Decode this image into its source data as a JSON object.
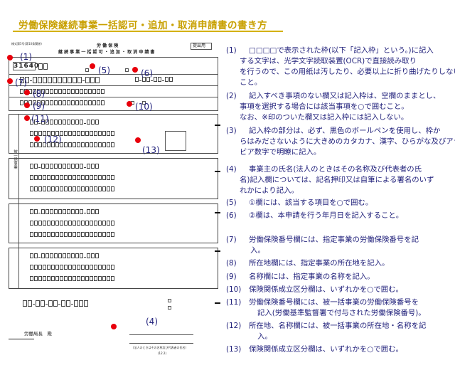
{
  "page": {
    "title": "労働保険継続事業一括認可・追加・取消申請書の書き方"
  },
  "form": {
    "form_number": "様式第5号(第10条関係)",
    "header_line1": "労 働 保 険",
    "header_line2": "継 続 事 業 一 括 認 可 ・ 追 加 ・ 取 消 申 請 書",
    "submit_label": "提出用",
    "id_code": "31640",
    "addressee": "労働局長　殿",
    "footer_note": "(12.2)",
    "footer_caption": "(法人のときはその名称及び代表者の氏名)"
  },
  "callouts": [
    "(1)",
    "(5)",
    "(6)",
    "(7)",
    "(8)",
    "(9)",
    "(10)",
    "(11)",
    "(12)",
    "(13)",
    "(4)"
  ],
  "notes": [
    {
      "num": "(1)",
      "lines": [
        "□□□□で表示された枠(以下「記入枠」という。)に記入",
        "する文字は、光学文字読取装置(OCR)で直接読み取り",
        "を行うので、この用紙は汚したり、必要以上に折り曲げたりしない",
        "こと。"
      ]
    },
    {
      "num": "(2)",
      "lines": [
        "記入すべき事項のない欄又は記入枠は、空欄のままとし、",
        "事項を選択する場合には該当事項を○で囲むこと。",
        "なお、※印のついた欄又は記入枠には記入しない。"
      ]
    },
    {
      "num": "(3)",
      "lines": [
        "記入枠の部分は、必ず、黒色のボールペンを使用し、枠か",
        "らはみださないように大きめのカタカナ、漢字、ひらがな及びアラ",
        "ビア数字で明瞭に記入。"
      ]
    },
    {
      "num": "(4)",
      "lines": [
        "事業主の氏名(法人のときはその名称及び代表者の氏",
        "名)記入欄については、記名押印又は自筆による署名のいず",
        "れかにより記入。"
      ]
    },
    {
      "num": "(5)",
      "lines": [
        "①欄には、該当する項目を○で囲む。"
      ]
    },
    {
      "num": "(6)",
      "lines": [
        "②欄は、本申請を行う年月日を記入すること。"
      ]
    },
    {
      "num": "(7)",
      "lines": [
        "労働保険番号欄には、指定事業の労働保険番号を記",
        "入。"
      ]
    },
    {
      "num": "(8)",
      "lines": [
        "所在地欄には、指定事業の所在地を記入。"
      ]
    },
    {
      "num": "(9)",
      "lines": [
        "名称欄には、指定事業の名称を記入。"
      ]
    },
    {
      "num": "(10)",
      "lines": [
        "保険関係成立区分欄は、いずれかを○で囲む。"
      ]
    },
    {
      "num": "(11)",
      "lines": [
        "労働保険番号欄には、被一括事業の労働保険番号を",
        "記入(労働基準監督署で付与された労働保険番号)。"
      ]
    },
    {
      "num": "(12)",
      "lines": [
        "所在地、名称欄には、被一括事業の所在地・名称を記",
        "入。"
      ]
    },
    {
      "num": "(13)",
      "lines": [
        "保険関係成立区分欄は、いずれかを○で囲む。"
      ]
    }
  ]
}
